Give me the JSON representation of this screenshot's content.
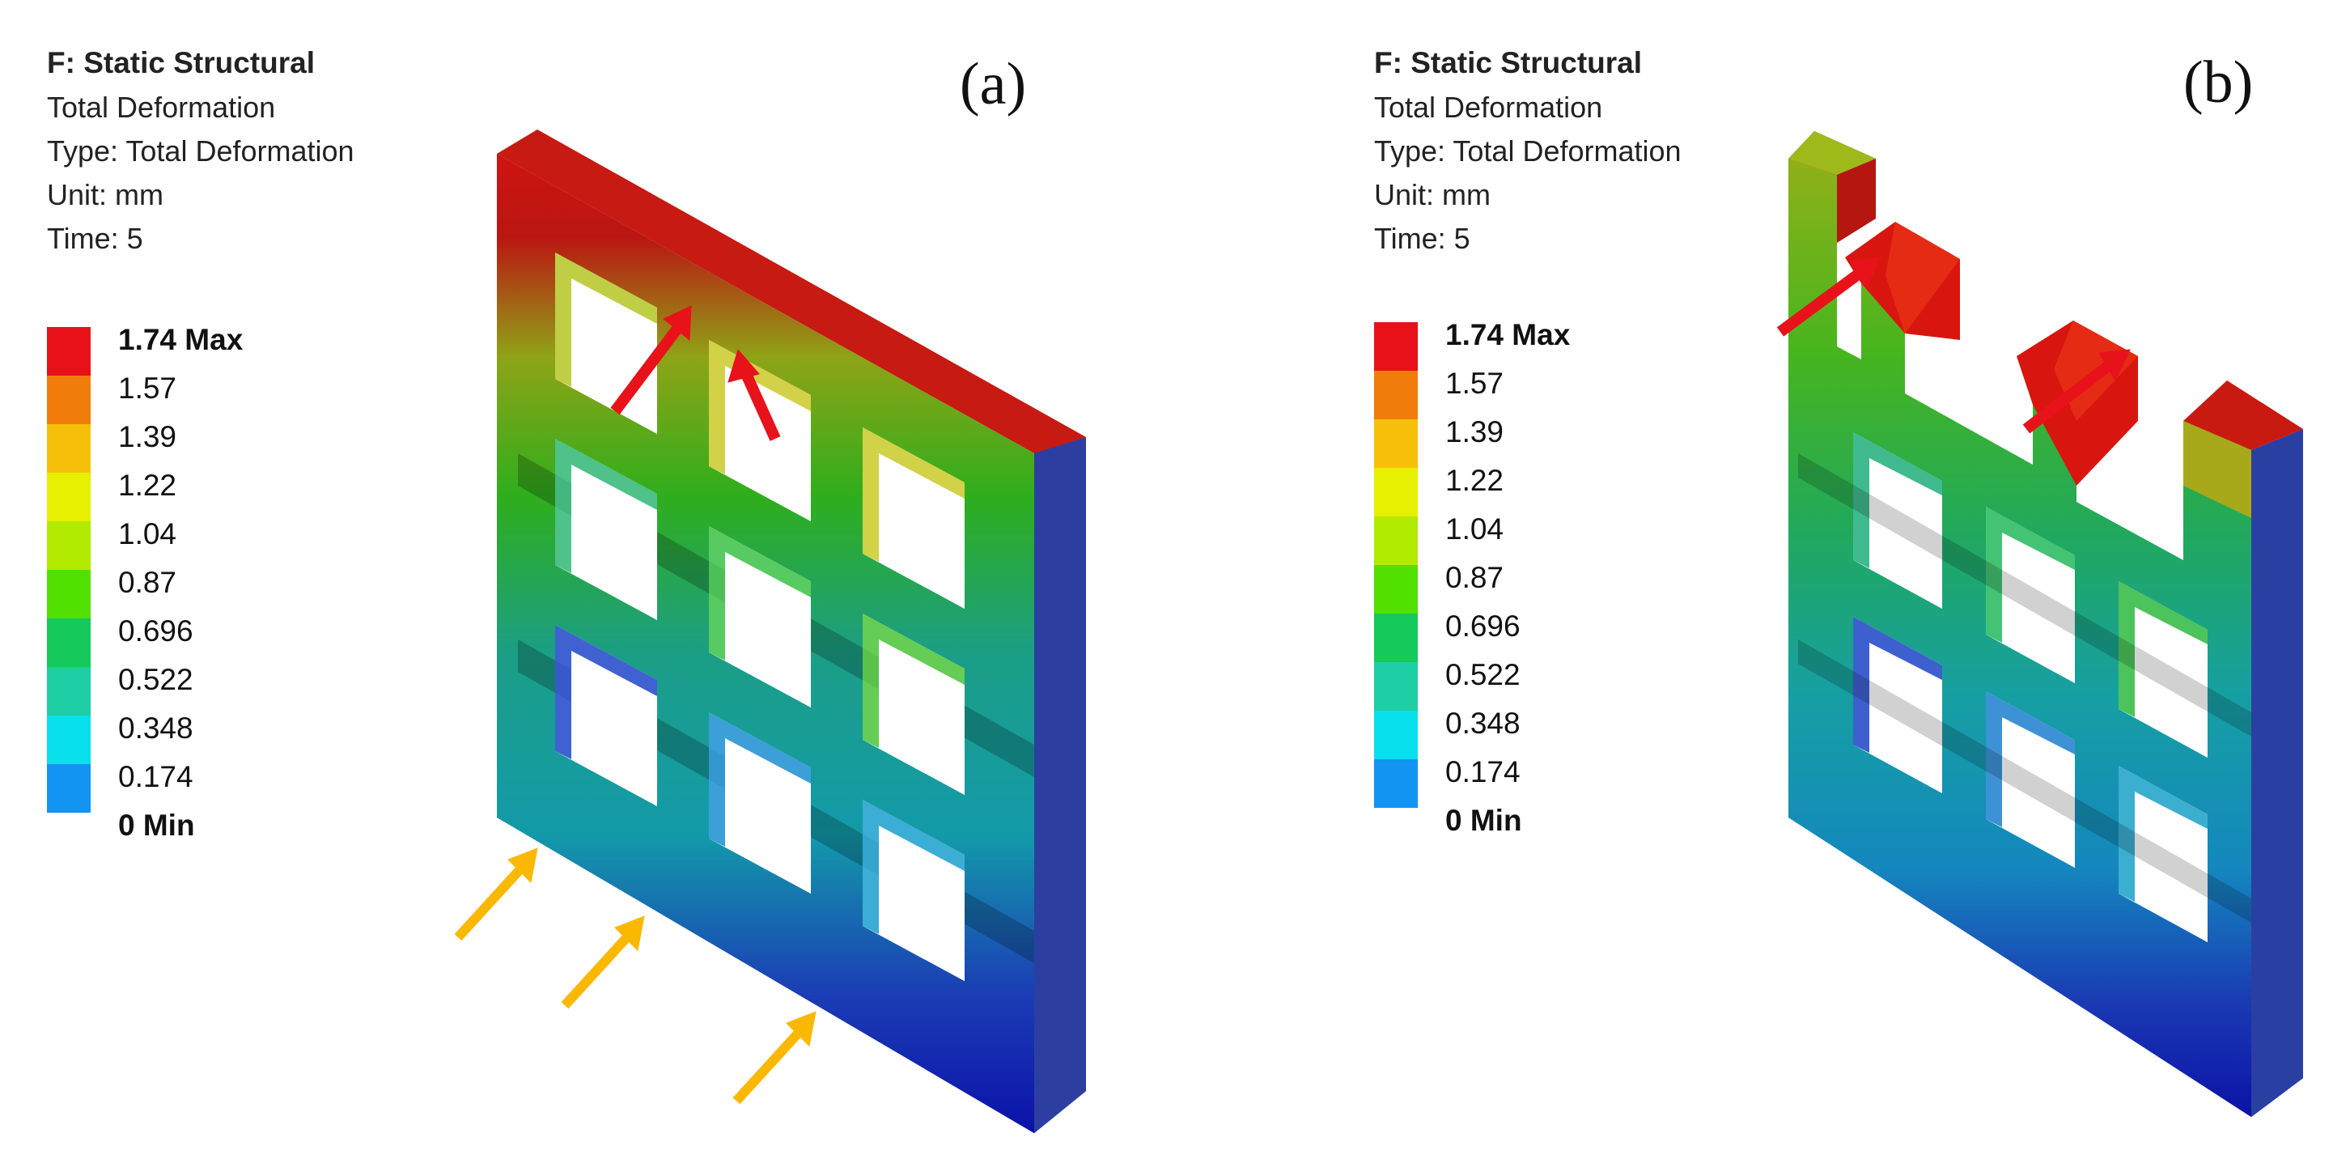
{
  "panels": [
    {
      "id": "a",
      "letter": "(a)",
      "header": {
        "title": "F: Static Structural",
        "lines": [
          "Total Deformation",
          "Type: Total Deformation",
          "Unit: mm",
          "Time: 5"
        ]
      }
    },
    {
      "id": "b",
      "letter": "(b)",
      "header": {
        "title": "F: Static Structural",
        "lines": [
          "Total Deformation",
          "Type: Total Deformation",
          "Unit: mm",
          "Time: 5"
        ]
      }
    }
  ],
  "legend": {
    "labels": [
      "1.74 Max",
      "1.57",
      "1.39",
      "1.22",
      "1.04",
      "0.87",
      "0.696",
      "0.522",
      "0.348",
      "0.174",
      "0 Min"
    ],
    "colors": [
      "#e8111a",
      "#f17c0b",
      "#f6bf09",
      "#e7f000",
      "#b2ea00",
      "#52e000",
      "#15c95b",
      "#1ecea4",
      "#08e0ee",
      "#1194f2",
      "#0a14e4"
    ]
  },
  "colors": {
    "load_arrow": "#e8121a",
    "support_arrow": "#fbb800",
    "dark_core": "#0f2a1a"
  }
}
